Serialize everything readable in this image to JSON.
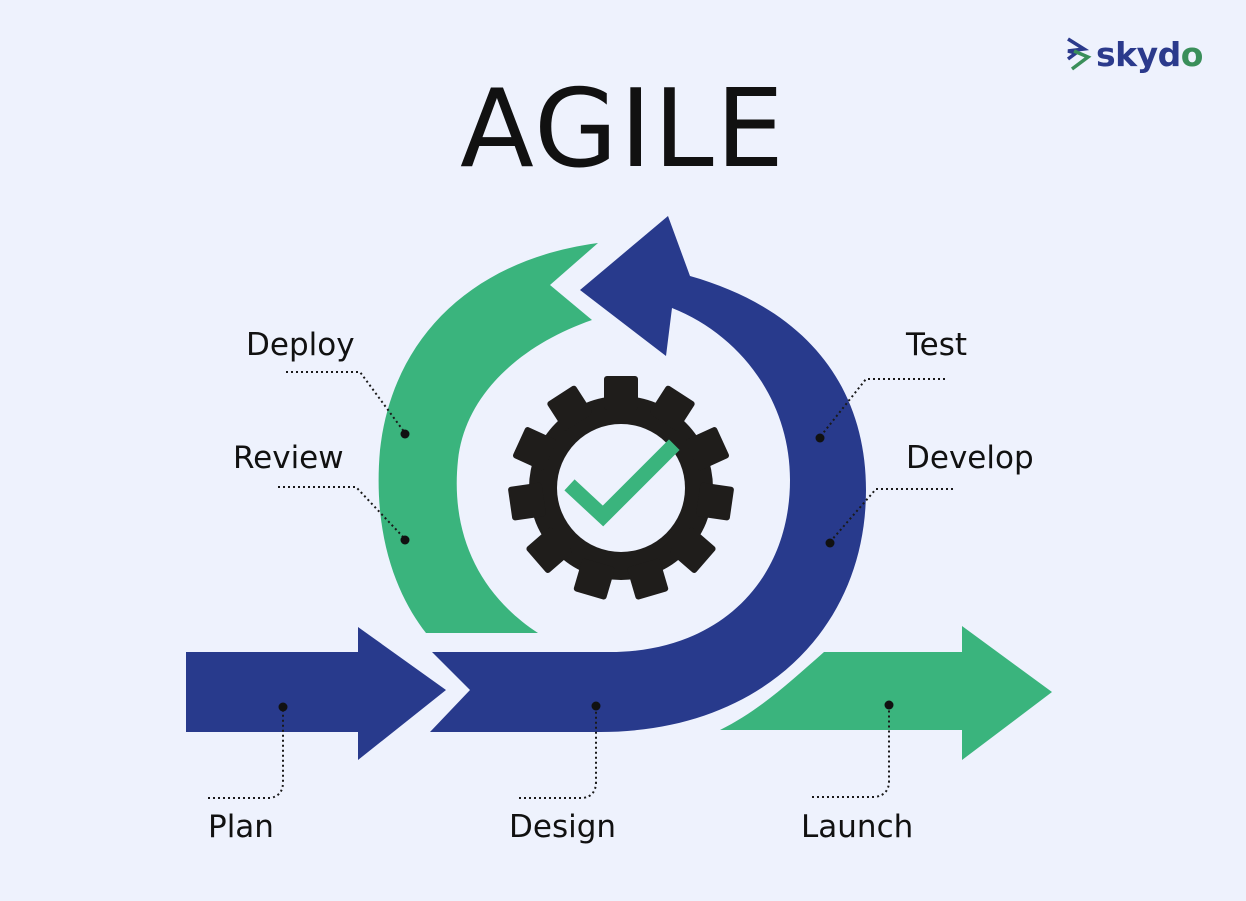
{
  "title": "AGILE",
  "brand": {
    "name_main": "skyd",
    "name_accent": "o",
    "logo_icon": "skydo-chevron-logo-icon"
  },
  "colors": {
    "background": "#eef2fd",
    "navy": "#283a8c",
    "green": "#3ab47d",
    "gear": "#1f1d1b",
    "text": "#111111"
  },
  "stages": {
    "plan": "Plan",
    "design": "Design",
    "launch": "Launch",
    "deploy": "Deploy",
    "review": "Review",
    "test": "Test",
    "develop": "Develop"
  },
  "center_icon": "gear-check-icon"
}
